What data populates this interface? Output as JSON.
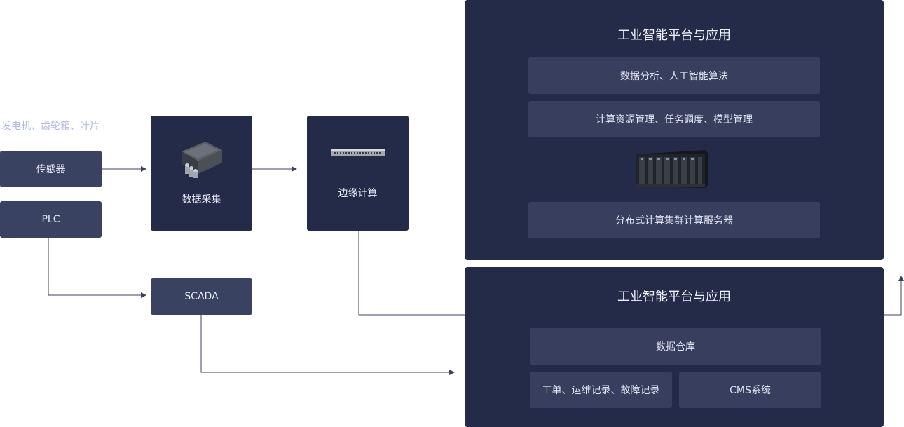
{
  "source": {
    "caption": "发电机、齿轮箱、叶片"
  },
  "nodes": {
    "sensor": "传感器",
    "plc": "PLC",
    "scada": "SCADA",
    "data_collection": "数据采集",
    "edge_computing": "边缘计算"
  },
  "platform_top": {
    "title": "工业智能平台与应用",
    "rows": [
      "数据分析、人工智能算法",
      "计算资源管理、任务调度、模型管理",
      "分布式计算集群计算服务器"
    ]
  },
  "platform_bottom": {
    "title": "工业智能平台与应用",
    "rows": [
      "数据仓库",
      "工单、运维记录、故障记录",
      "CMS系统"
    ]
  },
  "icons": {
    "data_collection": "data-acquisition-device-icon",
    "edge_computing": "network-switch-icon",
    "cluster": "server-rack-icon"
  },
  "colors": {
    "panel": "#242b48",
    "row": "#383f5e",
    "button": "#3a4262",
    "caption": "#b3b9e6",
    "connector": "#3a4262"
  }
}
